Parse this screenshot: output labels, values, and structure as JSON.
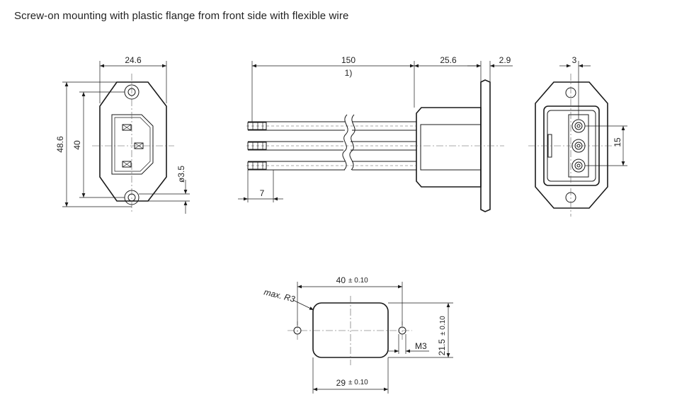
{
  "title": "Screw-on mounting with plastic flange from front side with flexible wire",
  "front_view": {
    "width_label": "24.6",
    "height_outer_label": "48.6",
    "height_inner_label": "40",
    "hole_label": "ø3.5"
  },
  "side_view": {
    "length_label": "150",
    "note_label": "1)",
    "body_label": "25.6",
    "flange_label": "2.9",
    "strip_label": "7"
  },
  "rear_view": {
    "offset_label": "3",
    "pitch_label": "15"
  },
  "cutout": {
    "hole_spacing_label": "40",
    "hole_spacing_tol": "± 0.10",
    "width_label": "29",
    "width_tol": "± 0.10",
    "height_label": "21.5",
    "height_tol": "± 0.10",
    "radius_label": "max. R3",
    "thread_label": "M3"
  }
}
